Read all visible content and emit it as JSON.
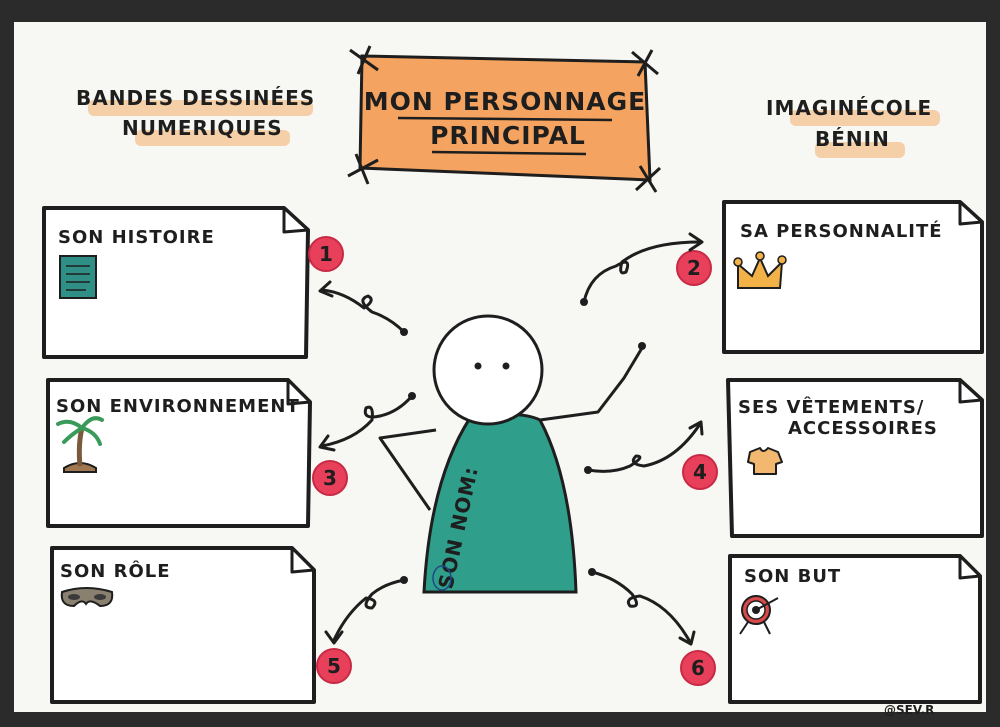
{
  "header": {
    "left_title_line1": "BANDES DESSINÉES",
    "left_title_line2": "NUMERIQUES",
    "center_title_line1": "MON PERSONNAGE",
    "center_title_line2": "PRINCIPAL",
    "right_title_line1": "IMAGINÉCOLE",
    "right_title_line2": "BÉNIN"
  },
  "character": {
    "name_label": "SON NOM:"
  },
  "cards": [
    {
      "number": "1",
      "label_line1": "SON HISTOIRE",
      "label_line2": "",
      "icon": "book-icon"
    },
    {
      "number": "2",
      "label_line1": "SA PERSONNALITÉ",
      "label_line2": "",
      "icon": "crown-icon"
    },
    {
      "number": "3",
      "label_line1": "SON ENVIRONNEMENT",
      "label_line2": "",
      "icon": "palm-tree-icon"
    },
    {
      "number": "4",
      "label_line1": "SES VÊTEMENTS/",
      "label_line2": "ACCESSOIRES",
      "icon": "tshirt-icon"
    },
    {
      "number": "5",
      "label_line1": "SON RÔLE",
      "label_line2": "",
      "icon": "mask-icon"
    },
    {
      "number": "6",
      "label_line1": "SON BUT",
      "label_line2": "",
      "icon": "target-icon"
    }
  ],
  "signature": "@SEV.R",
  "colors": {
    "title_box": "#f4a460",
    "highlight": "#f5c89a",
    "badge": "#e8405a",
    "body": "#2f9e8a"
  }
}
